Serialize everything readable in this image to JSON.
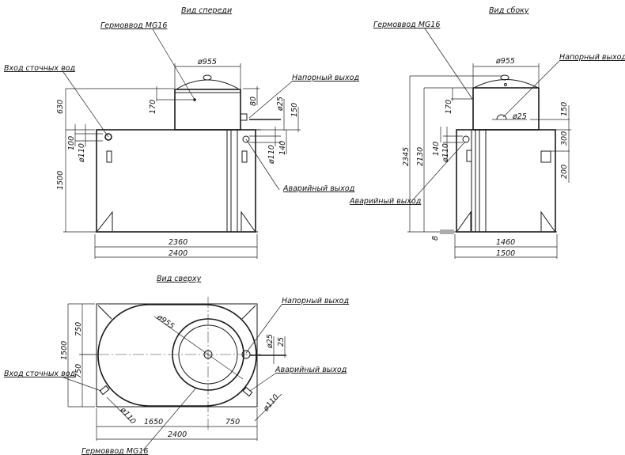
{
  "views": {
    "front": {
      "title": "Вид спереди",
      "labels": {
        "germovvod": "Гермоввод MG16",
        "inlet": "Вход сточных вод",
        "pressure_outlet": "Напорный выход",
        "emergency_outlet": "Аварийный выход"
      },
      "dims": {
        "d955": "ø955",
        "h630": "630",
        "h170": "170",
        "h80": "80",
        "d25": "ø25",
        "h150": "150",
        "h100": "100",
        "d110_left": "ø110",
        "d110_right": "ø110",
        "h140": "140",
        "h1500": "1500",
        "w2360": "2360",
        "w2400": "2400"
      }
    },
    "side": {
      "title": "Вид сбоку",
      "labels": {
        "germovvod": "Гермоввод MG16",
        "pressure_outlet": "Напорный выход",
        "emergency_outlet": "Аварийный выход"
      },
      "dims": {
        "d955": "ø955",
        "d25": "ø25",
        "h170": "170",
        "h150": "150",
        "h300": "300",
        "h200": "200",
        "h140": "140",
        "d110": "ø110",
        "h2345": "2345",
        "h2130": "2130",
        "h8": "8",
        "w1460": "1460",
        "w1500": "1500"
      }
    },
    "top": {
      "title": "Вид сверху",
      "labels": {
        "germovvod": "Гермоввод MG16",
        "inlet": "Вход сточных вод",
        "pressure_outlet": "Напорный выход",
        "emergency_outlet": "Аварийный выход"
      },
      "dims": {
        "d955": "ø955",
        "h750a": "750",
        "h750b": "750",
        "h1500": "1500",
        "d25": "ø25",
        "h25": "25",
        "d110_in": "ø110",
        "d110_out": "ø110",
        "w1650": "1650",
        "w750": "750",
        "w2400": "2400"
      }
    }
  }
}
